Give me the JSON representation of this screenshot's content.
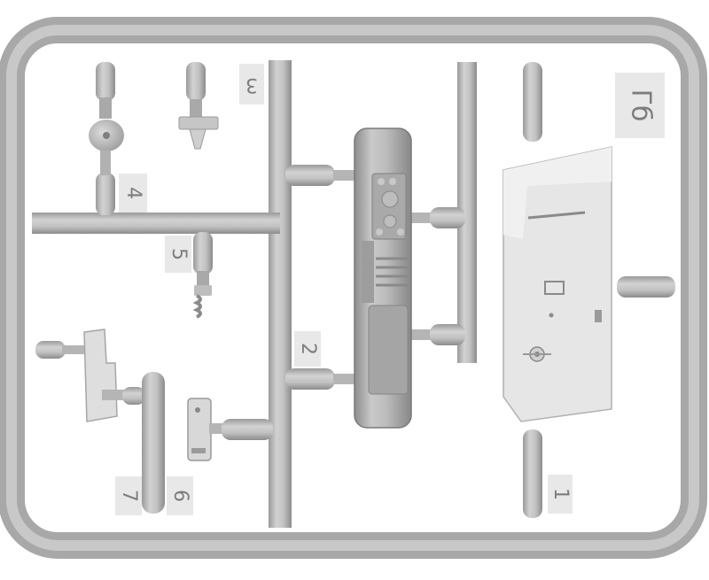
{
  "sprue": {
    "label": "Гб",
    "part_numbers": [
      "1",
      "2",
      "3",
      "4",
      "5",
      "6",
      "7"
    ],
    "colors": {
      "background": "#ffffff",
      "plastic": "#b9b9b9",
      "plastic_light": "#d4d4d4",
      "plastic_dark": "#8f8f8f",
      "panel_light": "#e6e6e6",
      "label_box": "#e8e8e8",
      "label_text": "#7d7d7d"
    }
  }
}
